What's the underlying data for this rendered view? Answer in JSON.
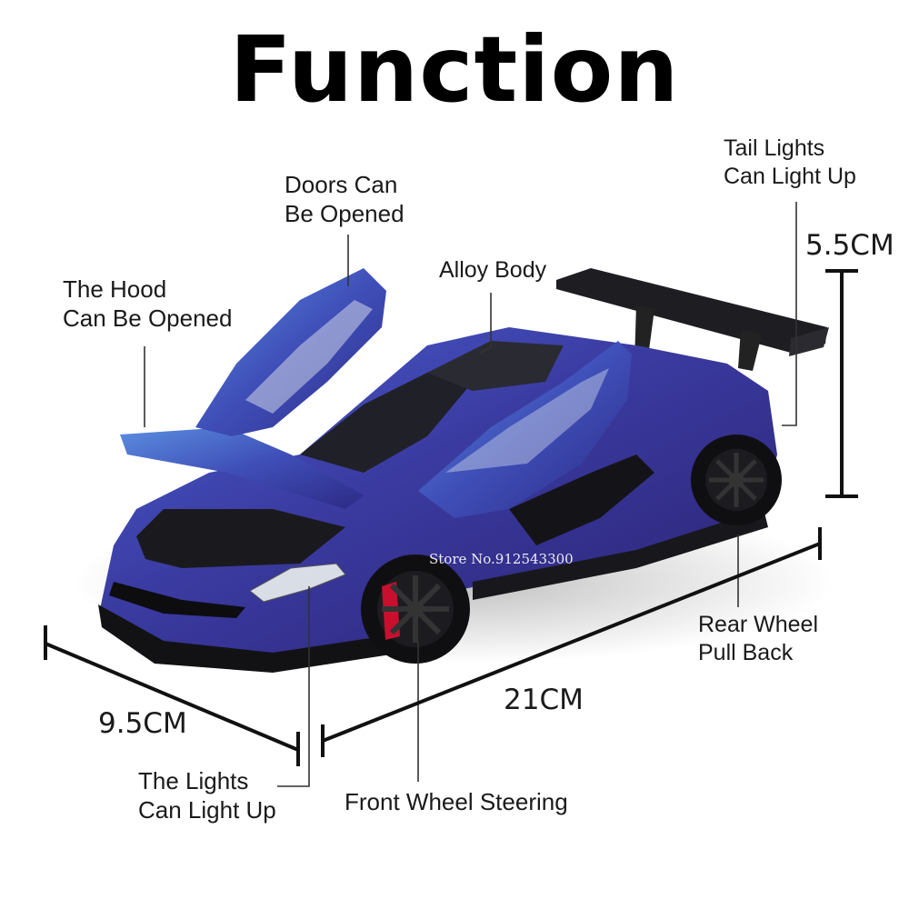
{
  "title": "Function",
  "labels": {
    "tail_lights": [
      "Tail Lights",
      "Can Light Up"
    ],
    "doors": [
      "Doors Can",
      "Be Opened"
    ],
    "alloy": "Alloy Body",
    "hood": [
      "The Hood",
      "Can Be Opened"
    ],
    "rear_wheel": [
      "Rear Wheel",
      "Pull Back"
    ],
    "lights": [
      "The Lights",
      "Can Light Up"
    ],
    "front_wheel": "Front Wheel Steering"
  },
  "dimensions": {
    "height": "5.5CM",
    "length": "21CM",
    "width": "9.5CM"
  },
  "watermark": "Store No.912543300",
  "colors": {
    "body": "#3b3fa8",
    "body_highlight": "#5a7fd8",
    "body_dark": "#1e1f5e",
    "black": "#111111",
    "caliper": "#c8102e"
  }
}
